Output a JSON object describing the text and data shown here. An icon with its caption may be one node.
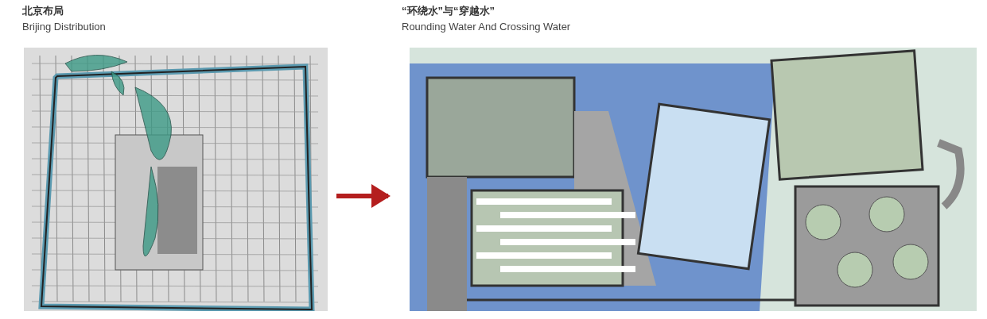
{
  "diagram": {
    "nodes": [
      {
        "text": [
          "北京布局",
          "Brijing Distribution"
        ]
      },
      {
        "text": [
          "“环绕水”与“穿越水”",
          "Rounding Water And Crossing Water"
        ]
      }
    ],
    "edges": [
      {
        "from": 0,
        "to": 1,
        "arrow": "to",
        "color": "#b41e1e"
      }
    ]
  }
}
